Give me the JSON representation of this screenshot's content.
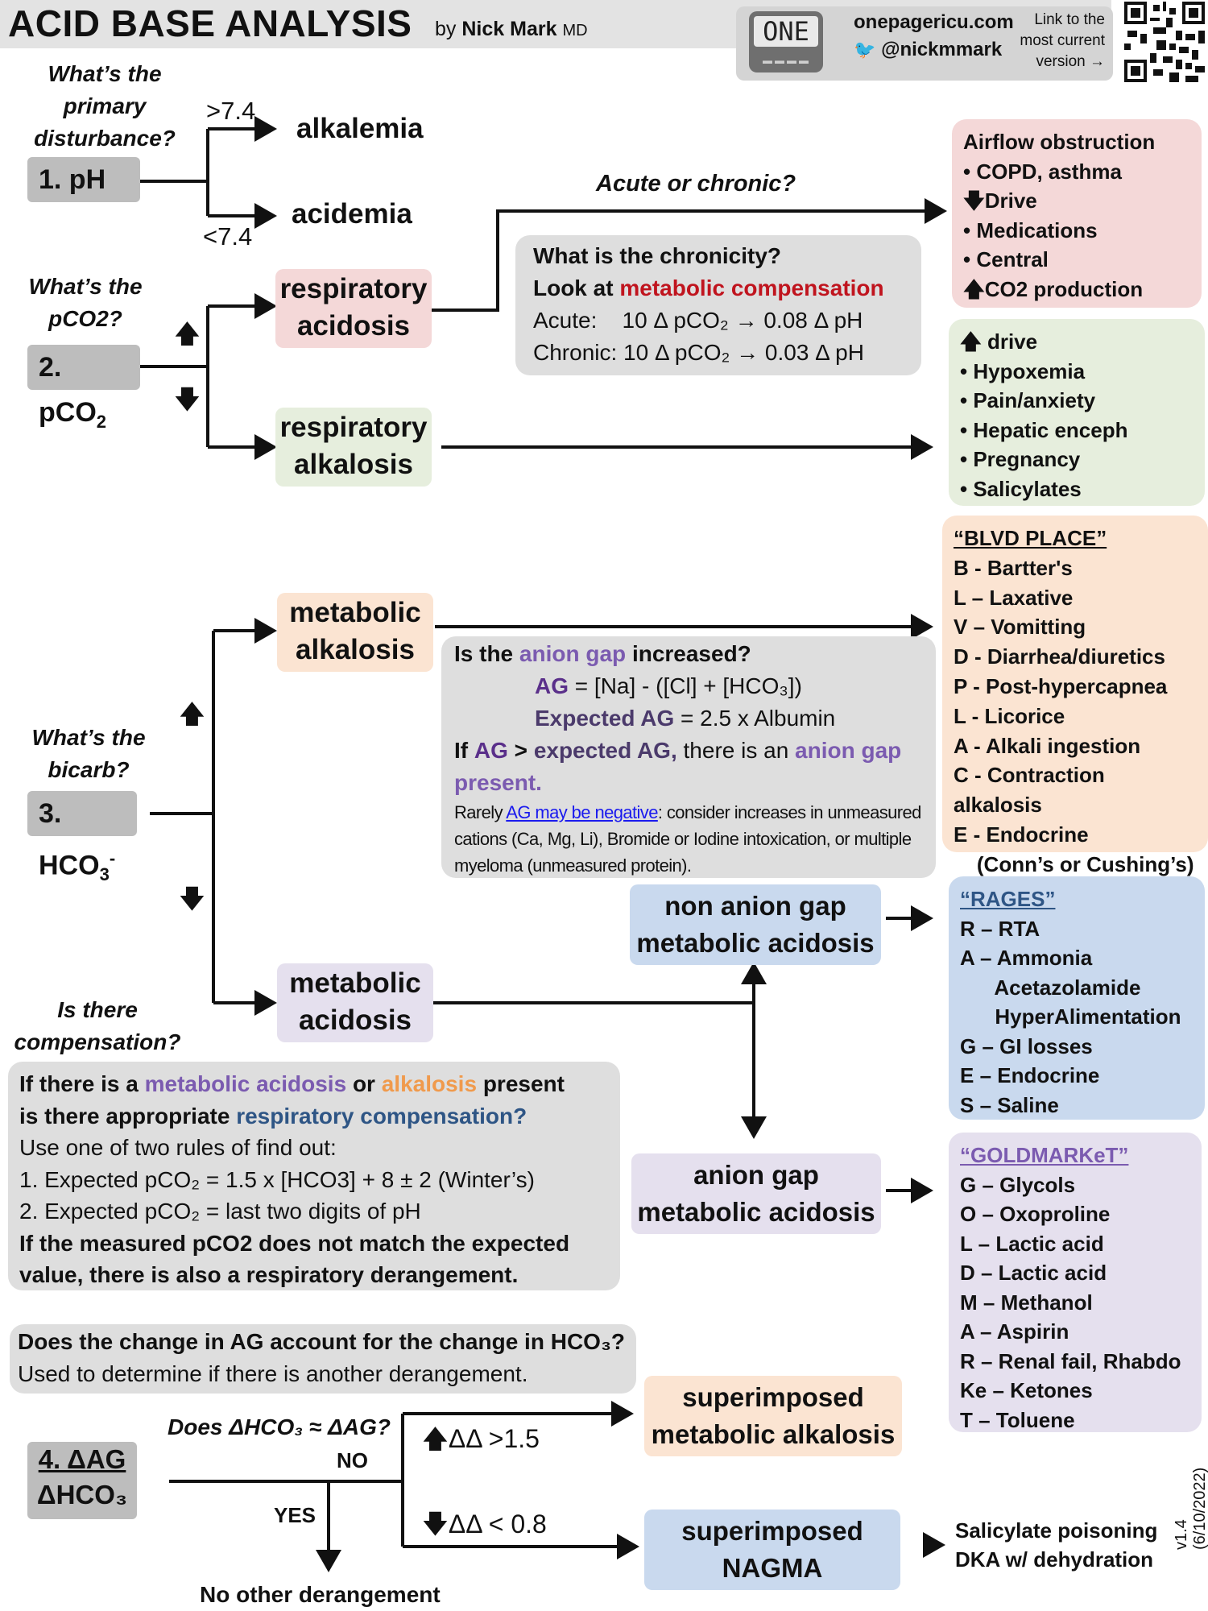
{
  "header": {
    "title": "ACID BASE ANALYSIS",
    "by": "by",
    "author": "Nick Mark",
    "suffix": "MD",
    "logo_text": "ONE",
    "site": "onepagericu.com",
    "twitter": "@nickmmark",
    "link_text": "Link to the most current version →"
  },
  "step1": {
    "question": "What’s the primary disturbance?",
    "label": "1. pH",
    "gt": ">7.4",
    "lt": "<7.4",
    "alkalemia": "alkalemia",
    "acidemia": "acidemia"
  },
  "step2": {
    "question": "What’s the pCO2?",
    "label": "2. pCO",
    "label_sub": "2",
    "up": "🡅",
    "down": "🡇",
    "resp_acidosis": "respiratory acidosis",
    "resp_alkalosis": "respiratory alkalosis",
    "acute_chronic": "Acute or chronic?",
    "chronicity_q": "What is the chronicity?",
    "look_at": "Look at",
    "metabolic_compensation": "metabolic compensation",
    "acute": "Acute:    10 Δ pCO₂ → 0.08 Δ pH",
    "chronic": "Chronic: 10 Δ pCO₂ → 0.03 Δ pH"
  },
  "airflow": {
    "title": "Airflow obstruction",
    "items": [
      "• COPD, asthma",
      "🡇Drive",
      "• Medications",
      "• Central",
      "🡅CO2 production"
    ]
  },
  "drive": {
    "title": "🡅 drive",
    "items": [
      "• Hypoxemia",
      "• Pain/anxiety",
      "• Hepatic enceph",
      "• Pregnancy",
      "• Salicylates"
    ]
  },
  "step3": {
    "question": "What’s the bicarb?",
    "label": "3. HCO",
    "label_sub": "3",
    "label_sup": "-",
    "met_alkalosis": "metabolic alkalosis",
    "met_acidosis": "metabolic acidosis",
    "nagma": "non anion gap metabolic acidosis",
    "agma": "anion gap metabolic acidosis"
  },
  "anion_gap_box": {
    "q1": "Is the",
    "q2": "anion gap",
    "q3": "increased?",
    "ag_formula_label": "AG",
    "ag_formula": "= [Na] - ([Cl] + [HCO₃])",
    "exp_label": "Expected AG",
    "exp_formula": "= 2.5 x Albumin",
    "if1": "If",
    "if2": "AG",
    "if3": ">",
    "if4": "expected AG,",
    "if5": "there is an",
    "if6": "anion gap present.",
    "rare1": "Rarely",
    "rare_link": "AG may be negative",
    "rare2": ": consider increases in unmeasured cations (Ca, Mg, Li), Bromide or Iodine intoxication, or multiple myeloma (unmeasured protein)."
  },
  "blvd": {
    "title": "“BLVD PLACE”",
    "items": [
      "B - Bartter's",
      "L – Laxative",
      "V – Vomitting",
      "D - Diarrhea/diuretics",
      "P - Post-hypercapnea",
      "L - Licorice",
      "A - Alkali ingestion",
      "C - Contraction alkalosis",
      "E - Endocrine",
      "    (Conn’s or Cushing’s)"
    ]
  },
  "rages": {
    "title": "“RAGES”",
    "items": [
      "R – RTA",
      "A – Ammonia",
      "      Acetazolamide",
      "      HyperAlimentation",
      "G – GI losses",
      "E – Endocrine",
      "S – Saline"
    ]
  },
  "goldmarket": {
    "title": "“GOLDMARKeT”",
    "items": [
      "G – Glycols",
      "O – Oxoproline",
      "L – Lactic acid",
      "D – Lactic acid",
      "M – Methanol",
      "A – Aspirin",
      "R – Renal fail, Rhabdo",
      "Ke – Ketones",
      "T – Toluene"
    ]
  },
  "compensation": {
    "question": "Is there compensation?",
    "l1a": "If there is a",
    "l1b": "metabolic acidosis",
    "l1c": "or",
    "l1d": "alkalosis",
    "l1e": "present",
    "l2a": "is there appropriate",
    "l2b": "respiratory compensation?",
    "l3": "Use one of two rules of find out:",
    "l4": "1. Expected pCO₂ = 1.5 x [HCO3] + 8 ± 2 (Winter’s)",
    "l5": "2. Expected pCO₂ = last two digits of pH",
    "l6": "If the measured pCO2 does not match the expected value, there is also a respiratory derangement."
  },
  "delta": {
    "q1": "Does the change in AG account for the change in HCO₃?",
    "q2": "Used to determine if there is another derangement.",
    "label_top": "4. ΔAG",
    "label_bot": "ΔHCO₃",
    "ask": "Does ΔHCO₃ ≈ ΔAG?",
    "no": "NO",
    "yes": "YES",
    "none": "No other derangement",
    "up": "🡅ΔΔ >1.5",
    "down": "🡇ΔΔ < 0.8",
    "sup_alk": "superimposed metabolic alkalosis",
    "sup_nagma": "superimposed NAGMA",
    "causes": "Salicylate poisoning DKA w/ dehydration"
  },
  "version": "v1.4 (6/10/2022)"
}
